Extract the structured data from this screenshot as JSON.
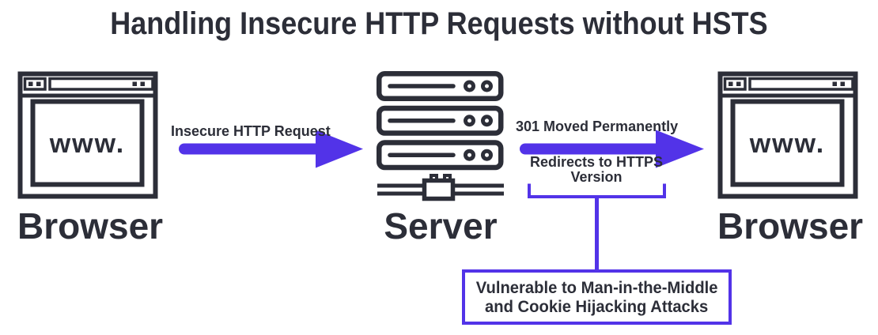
{
  "title": "Handling Insecure HTTP Requests without HSTS",
  "colors": {
    "dark": "#2c2e38",
    "purple": "#5233e8"
  },
  "nodes": {
    "browser_left": {
      "label": "Browser",
      "window_text": "www."
    },
    "server": {
      "label": "Server"
    },
    "browser_right": {
      "label": "Browser",
      "window_text": "www."
    }
  },
  "arrows": {
    "request": {
      "label": "Insecure HTTP Request"
    },
    "response": {
      "label_above": "301 Moved Permanently",
      "label_below_line1": "Redirects to HTTPS",
      "label_below_line2": "Version"
    }
  },
  "callout": {
    "line1": "Vulnerable to Man-in-the-Middle",
    "line2": "and Cookie Hijacking Attacks"
  },
  "icons": {
    "browser": "browser-window-icon",
    "server": "server-rack-icon",
    "arrow": "arrow-right-icon",
    "bracket": "range-bracket",
    "connector": "connector-line"
  }
}
